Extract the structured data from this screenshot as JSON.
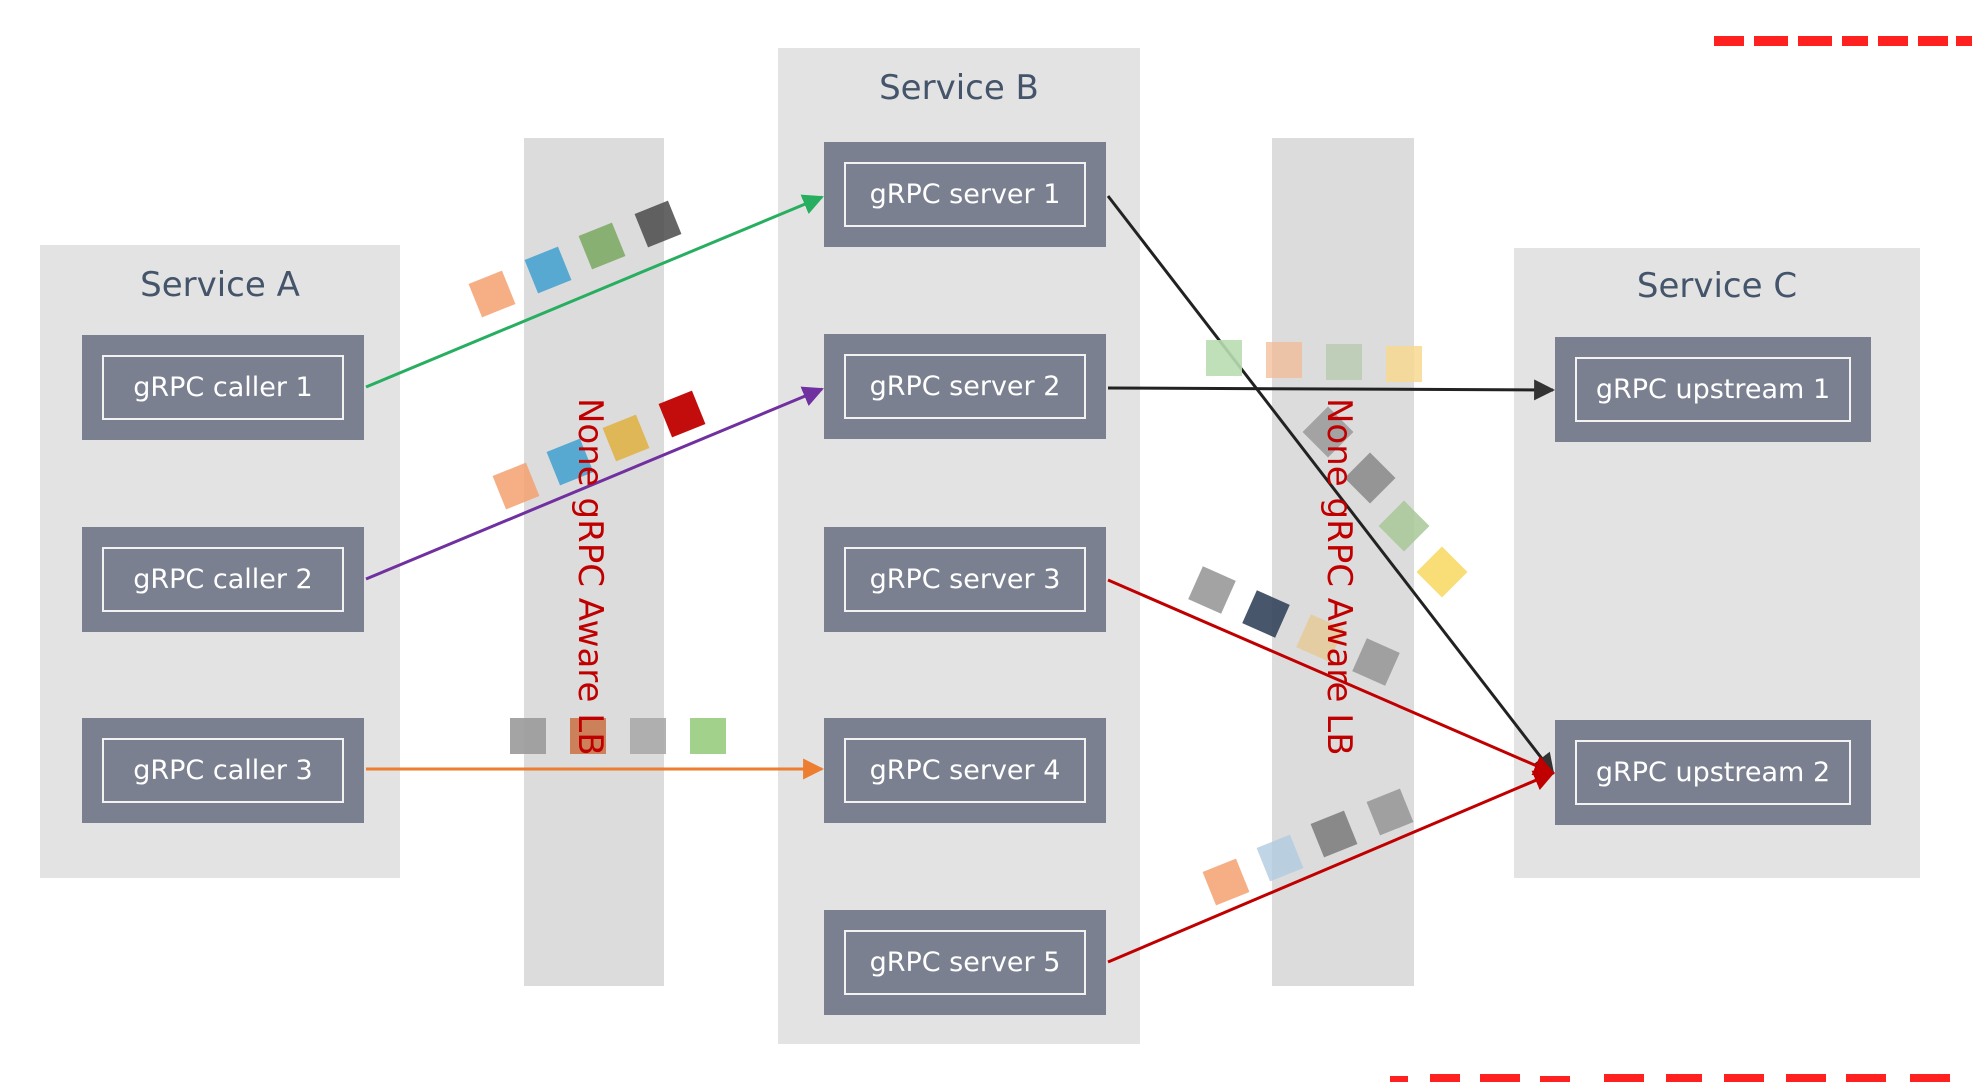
{
  "services": {
    "a": {
      "title": "Service A"
    },
    "b": {
      "title": "Service B"
    },
    "c": {
      "title": "Service C"
    }
  },
  "callers": [
    "gRPC caller 1",
    "gRPC caller 2",
    "gRPC caller 3"
  ],
  "servers": [
    "gRPC server 1",
    "gRPC server 2",
    "gRPC server 3",
    "gRPC server 4",
    "gRPC server 5"
  ],
  "upstreams": [
    "gRPC upstream 1",
    "gRPC upstream 2"
  ],
  "load_balancers": {
    "left_label": "None gRPC Aware LB",
    "right_label": "None gRPC Aware LB"
  },
  "colors": {
    "green": "#27ae60",
    "purple": "#7030a0",
    "orange": "#ed7d31",
    "black": "#222222",
    "red": "#c00000"
  }
}
